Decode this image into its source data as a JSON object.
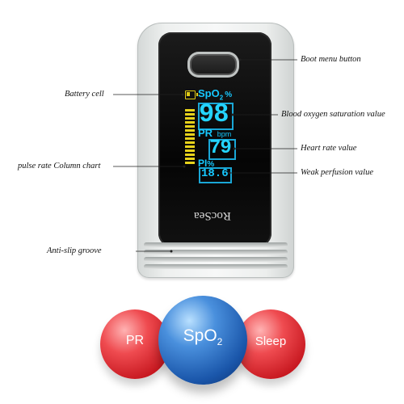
{
  "device": {
    "brand": "RocSea",
    "display": {
      "spo2_label": "SpO",
      "spo2_sub": "2",
      "spo2_unit": "%",
      "spo2_value": "98",
      "pr_label": "PR",
      "pr_unit": "bpm",
      "pr_value": "79",
      "pi_label": "PI",
      "pi_unit": "%",
      "pi_value": "18.6",
      "pulse_bar_segments": 14
    }
  },
  "callouts": {
    "boot": "Boot menu button",
    "battery": "Battery cell",
    "spo2": "Blood oxygen saturation value",
    "heart": "Heart rate value",
    "pulse": "pulse rate Column chart",
    "perfusion": "Weak perfusion value",
    "groove": "Anti-slip groove"
  },
  "spheres": {
    "left": "PR",
    "center": "SpO",
    "center_sub": "2",
    "right": "Sleep"
  },
  "colors": {
    "lcd_cyan": "#16c8ff",
    "lcd_yellow": "#e7d21b",
    "sphere_red": "#e23a3f",
    "sphere_blue": "#1f5fb4"
  }
}
